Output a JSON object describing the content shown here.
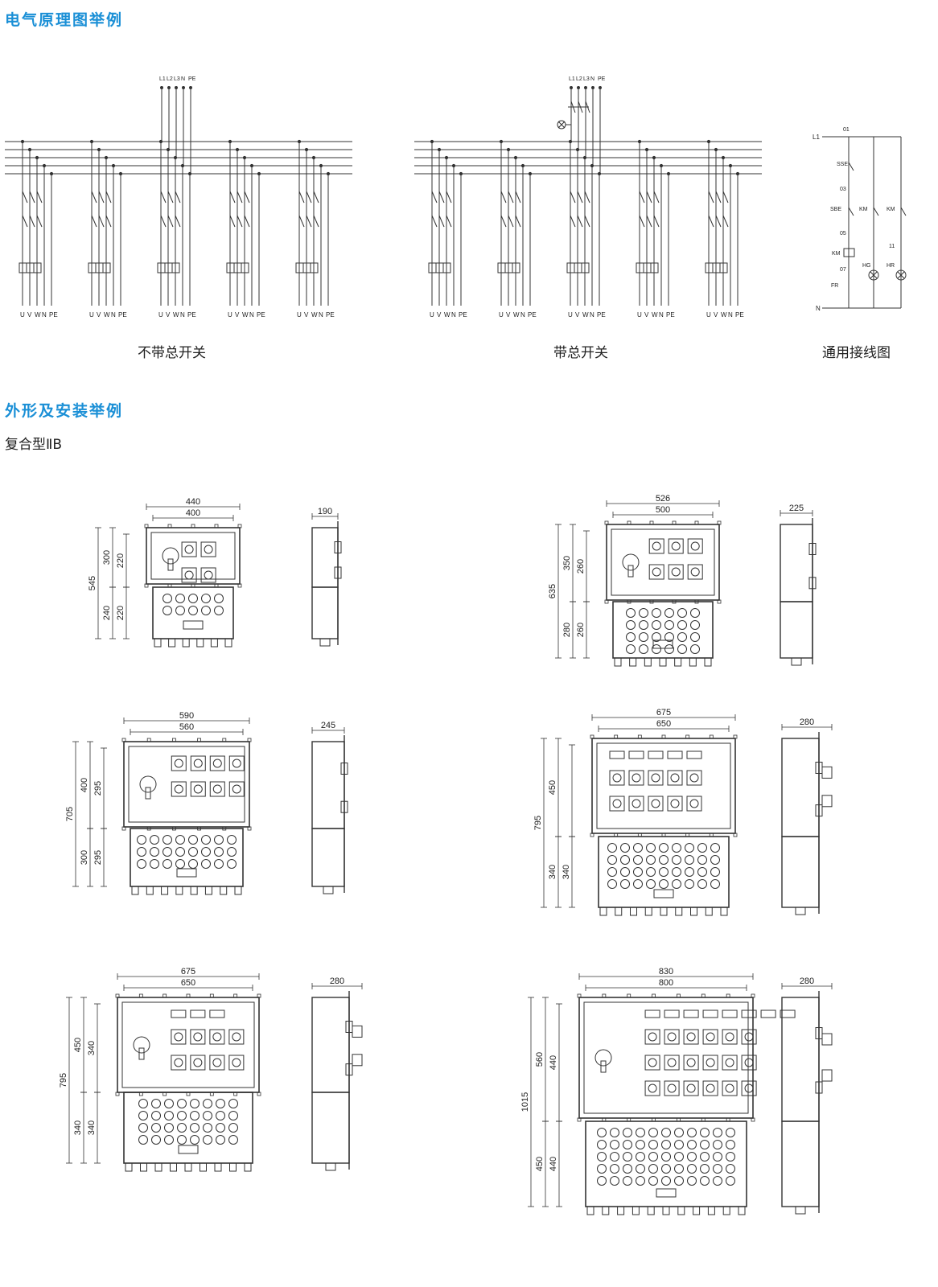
{
  "section1": {
    "title": "电气原理图举例"
  },
  "schematic": {
    "bus_labels": [
      "L1",
      "L2",
      "L3",
      "N",
      "PE"
    ],
    "out_labels": [
      "U",
      "V",
      "W",
      "N",
      "PE"
    ],
    "caption_without_main": "不带总开关",
    "caption_with_main": "带总开关",
    "caption_wiring": "通用接线图"
  },
  "wiring": {
    "l1": "L1",
    "n": "N",
    "n01": "01",
    "n03": "03",
    "n05": "05",
    "n07": "07",
    "n11": "11",
    "sse": "SSE",
    "sbe": "SBE",
    "km": "KM",
    "fr": "FR",
    "hg": "HG",
    "hr": "HR"
  },
  "section2": {
    "title": "外形及安装举例",
    "subtitle": "复合型ⅡB"
  },
  "enclosures": [
    {
      "w_outer": "440",
      "w_inner": "400",
      "h_total": "545",
      "h_top": "300",
      "h_bot": "240",
      "h_top_in": "220",
      "h_bot_in": "220",
      "depth": "190"
    },
    {
      "w_outer": "526",
      "w_inner": "500",
      "h_total": "635",
      "h_top": "350",
      "h_bot": "280",
      "h_top_in": "260",
      "h_bot_in": "260",
      "depth": "225"
    },
    {
      "w_outer": "590",
      "w_inner": "560",
      "h_total": "705",
      "h_top": "400",
      "h_bot": "300",
      "h_top_in": "295",
      "h_bot_in": "295",
      "depth": "245"
    },
    {
      "w_outer": "675",
      "w_inner": "650",
      "h_total": "795",
      "h_top": "450",
      "h_bot": "340",
      "h_top_in": "",
      "h_bot_in": "340",
      "depth": "280"
    },
    {
      "w_outer": "675",
      "w_inner": "650",
      "h_total": "795",
      "h_top": "450",
      "h_bot": "340",
      "h_top_in": "340",
      "h_bot_in": "340",
      "depth": "280"
    },
    {
      "w_outer": "830",
      "w_inner": "800",
      "h_total": "1015",
      "h_top": "560",
      "h_bot": "450",
      "h_top_in": "440",
      "h_bot_in": "440",
      "depth": "280"
    }
  ]
}
